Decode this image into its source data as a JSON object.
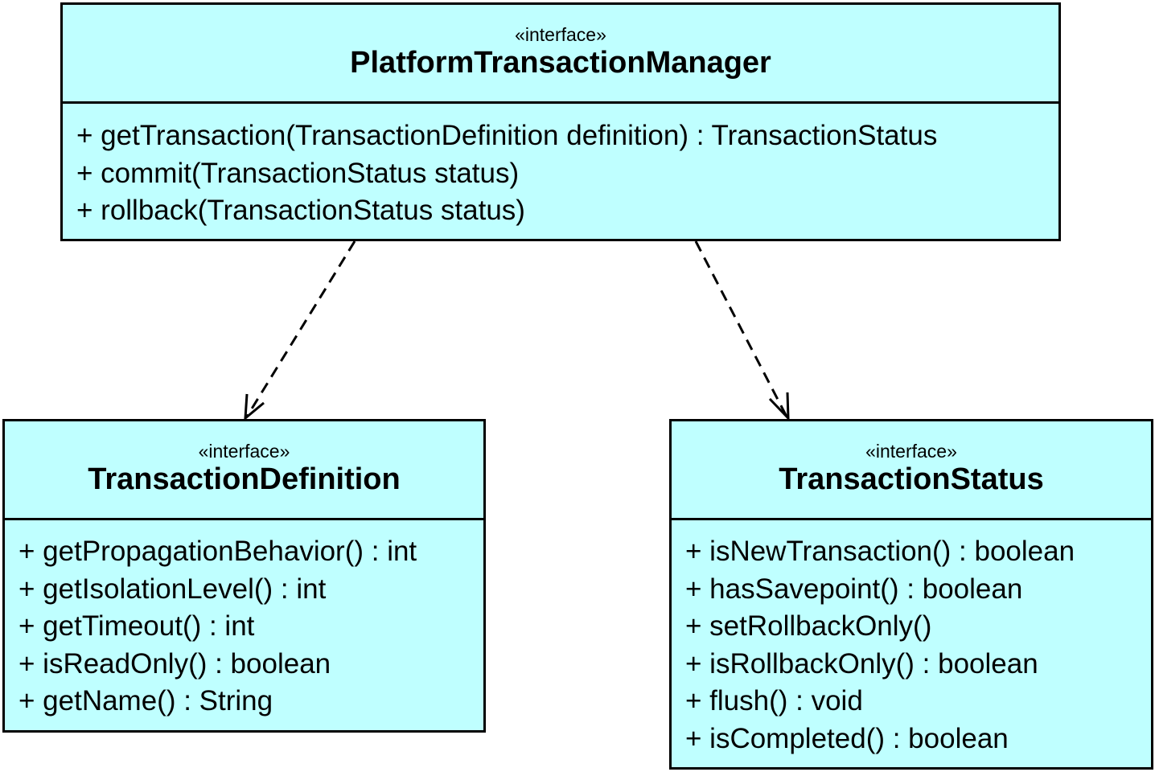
{
  "classes": {
    "platform_transaction_manager": {
      "stereotype": "«interface»",
      "name": "PlatformTransactionManager",
      "methods": [
        "+ getTransaction(TransactionDefinition definition) : TransactionStatus",
        "+ commit(TransactionStatus status)",
        "+ rollback(TransactionStatus status)"
      ]
    },
    "transaction_definition": {
      "stereotype": "«interface»",
      "name": "TransactionDefinition",
      "methods": [
        "+ getPropagationBehavior() : int",
        "+ getIsolationLevel() : int",
        "+ getTimeout() : int",
        "+ isReadOnly() : boolean",
        "+ getName() : String"
      ]
    },
    "transaction_status": {
      "stereotype": "«interface»",
      "name": "TransactionStatus",
      "methods": [
        "+ isNewTransaction() : boolean",
        "+ hasSavepoint() : boolean",
        "+ setRollbackOnly()",
        "+ isRollbackOnly() : boolean",
        "+ flush() : void",
        "+ isCompleted() : boolean"
      ]
    }
  },
  "relationships": [
    {
      "from": "PlatformTransactionManager",
      "to": "TransactionDefinition",
      "type": "dependency"
    },
    {
      "from": "PlatformTransactionManager",
      "to": "TransactionStatus",
      "type": "dependency"
    }
  ],
  "colors": {
    "class_fill": "#bfffff",
    "border": "#000000"
  }
}
